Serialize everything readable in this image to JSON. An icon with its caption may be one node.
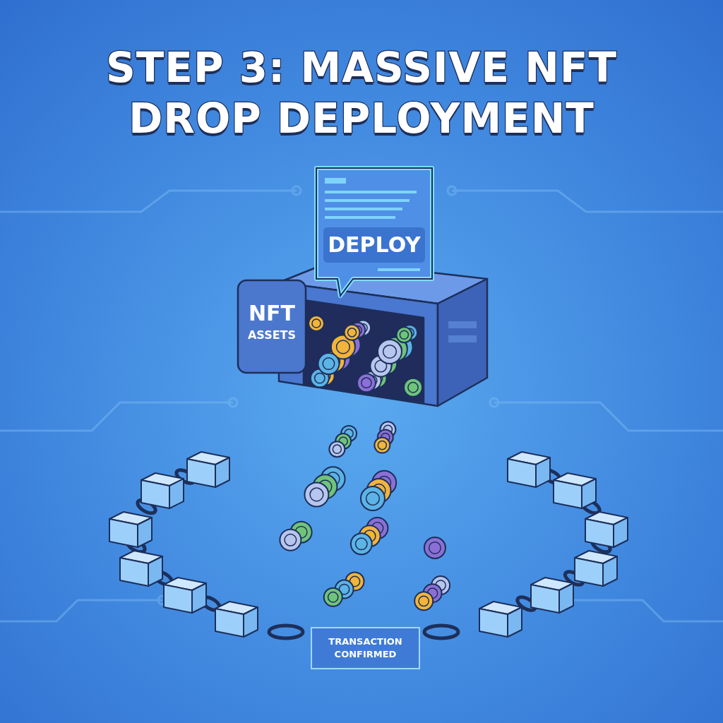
{
  "diagram": {
    "title": "STEP 3: MASSIVE NFT DROP DEPLOYMENT",
    "nodes": [
      {
        "text": [
          "DEPLOY"
        ]
      },
      {
        "text": [
          "NFT",
          "ASSETS"
        ]
      },
      {
        "text": [
          "TRANSACTION CONFIRMED"
        ]
      }
    ]
  }
}
